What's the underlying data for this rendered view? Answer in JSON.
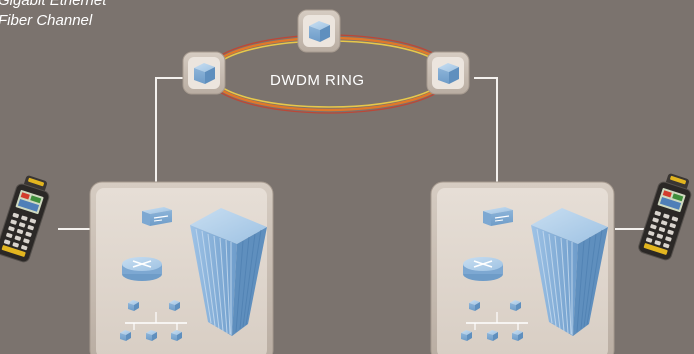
{
  "legend": {
    "line1": "Gigabit Ethernet",
    "line2": "Fiber Channel"
  },
  "ring": {
    "label": "DWDM RING"
  },
  "colors": {
    "background": "#7b736e",
    "site_panel": "#e1d8cf",
    "node_frame": "#c9beb3",
    "device_blue": "#8fb6da",
    "ring_orange": "#e0782a",
    "ring_yellow": "#e7c84a",
    "ring_red": "#c8402e",
    "link_white": "#f4f1ee"
  },
  "icons": [
    "dwdm-node-icon",
    "skyscraper-icon",
    "router-icon",
    "switch-icon",
    "lan-hub-icon",
    "handheld-scanner-icon"
  ]
}
